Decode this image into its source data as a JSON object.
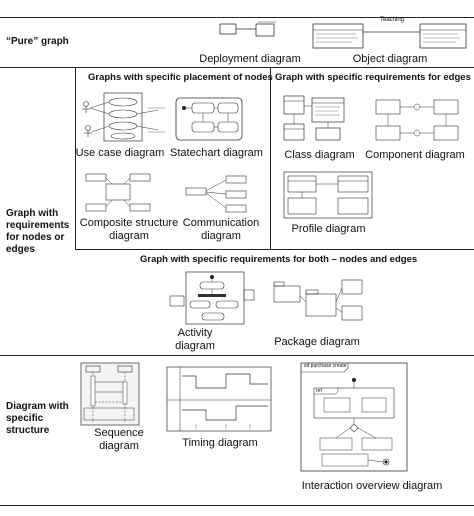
{
  "rows": {
    "pure": "“Pure” graph",
    "nodes_edges": [
      "Graph with",
      "requirements",
      "for nodes or",
      "edges"
    ],
    "specific": [
      "Diagram with",
      "specific",
      "structure"
    ]
  },
  "headers": {
    "nodes": "Graphs with specific placement of nodes",
    "edges": "Graph with specific requirements for edges",
    "both": "Graph with specific requirements for both – nodes and edges"
  },
  "diagrams": {
    "deployment": "Deployment diagram",
    "object": "Object diagram",
    "use_case": "Use case diagram",
    "statechart": "Statechart diagram",
    "class": "Class diagram",
    "component": "Component diagram",
    "composite": [
      "Composite structure",
      "diagram"
    ],
    "communication": [
      "Communication",
      "diagram"
    ],
    "profile": "Profile diagram",
    "activity": [
      "Activity",
      "diagram"
    ],
    "package": "Package diagram",
    "sequence": [
      "Sequence",
      "diagram"
    ],
    "timing": "Timing diagram",
    "interaction": "Interaction overview diagram"
  },
  "thumbnail_text": {
    "object_link": "Teaching",
    "interaction_title": "sd purchase create",
    "interaction_label": "ref"
  }
}
